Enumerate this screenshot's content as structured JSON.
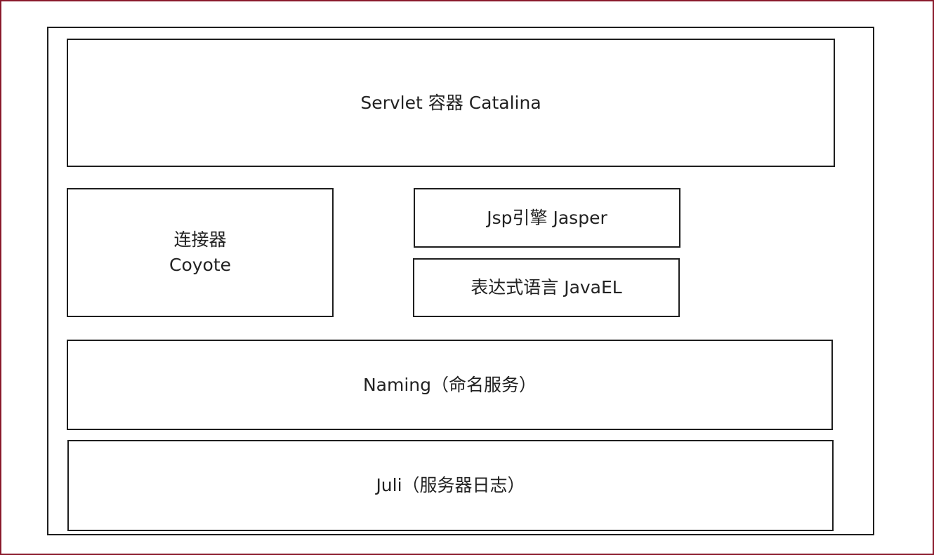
{
  "diagram": {
    "frame_color": "#8a1a2c",
    "line_color": "#1e1e1e",
    "boxes": {
      "catalina": {
        "label": "Servlet 容器 Catalina"
      },
      "coyote": {
        "label_line1": "连接器",
        "label_line2": "Coyote"
      },
      "jasper": {
        "label": "Jsp引擎 Jasper"
      },
      "javael": {
        "label": "表达式语言 JavaEL"
      },
      "naming": {
        "label": "Naming（命名服务）"
      },
      "juli": {
        "label": "Juli（服务器日志）"
      }
    }
  }
}
